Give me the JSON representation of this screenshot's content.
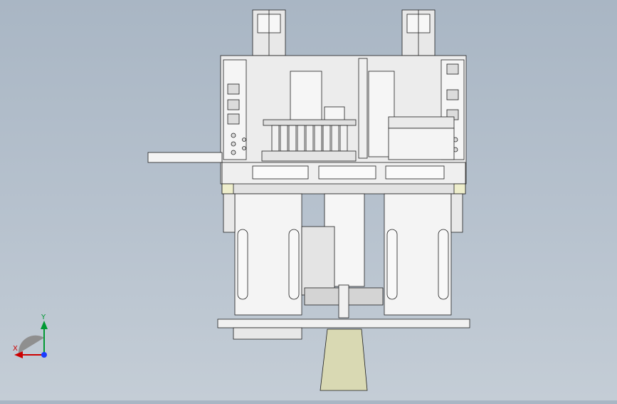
{
  "viewport": {
    "background_top": "#a9b6c4",
    "background_bottom": "#c4cdd6",
    "model_line_color": "#1e1e1e",
    "model_face_color": "#f2f2f2",
    "model_shade_color": "#d6d6d6",
    "highlight_face_color": "#eeeecc",
    "accent_face_color": "#d9d9b3"
  },
  "triad": {
    "x_label": "X",
    "y_label": "Y",
    "x_color": "#cc0000",
    "y_color": "#009933",
    "z_color": "#1a3cff",
    "icon": "coordinate-triad-icon"
  },
  "model": {
    "upper_unit_count": 2,
    "valve_count": 9,
    "connector_block_count": 3,
    "lower_column_count": 2
  }
}
